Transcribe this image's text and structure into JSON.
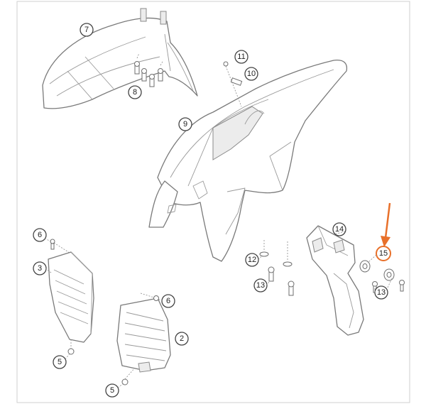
{
  "diagram": {
    "callouts": [
      {
        "id": "c7",
        "label": "7"
      },
      {
        "id": "c8",
        "label": "8"
      },
      {
        "id": "c9",
        "label": "9"
      },
      {
        "id": "c10",
        "label": "10"
      },
      {
        "id": "c11",
        "label": "11"
      },
      {
        "id": "c6a",
        "label": "6"
      },
      {
        "id": "c3",
        "label": "3"
      },
      {
        "id": "c5a",
        "label": "5"
      },
      {
        "id": "c6b",
        "label": "6"
      },
      {
        "id": "c2",
        "label": "2"
      },
      {
        "id": "c5b",
        "label": "5"
      },
      {
        "id": "c12",
        "label": "12"
      },
      {
        "id": "c13a",
        "label": "13"
      },
      {
        "id": "c14",
        "label": "14"
      },
      {
        "id": "c15",
        "label": "15"
      },
      {
        "id": "c13b",
        "label": "13"
      }
    ],
    "highlight": {
      "callout": "15",
      "color": "#e8702a"
    },
    "colors": {
      "line": "#7a7a7a",
      "accent": "#e8702a"
    }
  }
}
